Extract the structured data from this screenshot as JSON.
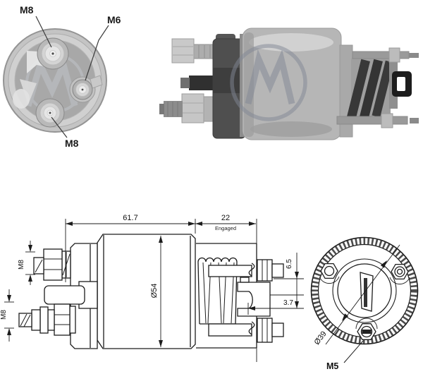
{
  "page": {
    "background": "#ffffff"
  },
  "colors": {
    "drawing_line": "#1c1c1c",
    "dim_text": "#111111",
    "photo_gray": "#b6b6b6",
    "photo_dark": "#4a4a4a",
    "watermark_gray": "#828896"
  },
  "terminal_photo": {
    "labels": {
      "top": "M8",
      "right": "M6",
      "bottom": "M8"
    }
  },
  "side_photo": {
    "watermark_icon": "zm-lightning-logo"
  },
  "side_drawing": {
    "dims": {
      "body_length": "61.7",
      "engaged_length": "22",
      "engaged_label": "Engaged",
      "upper_terminal_thread": "M8",
      "lower_terminal_thread": "M8",
      "body_diameter": "Ø54",
      "plunger_step": "6.5",
      "plunger_travel": "3.7"
    }
  },
  "front_drawing": {
    "dims": {
      "bolt_circle_diameter": "Ø39",
      "mount_screw_thread": "M5"
    }
  }
}
